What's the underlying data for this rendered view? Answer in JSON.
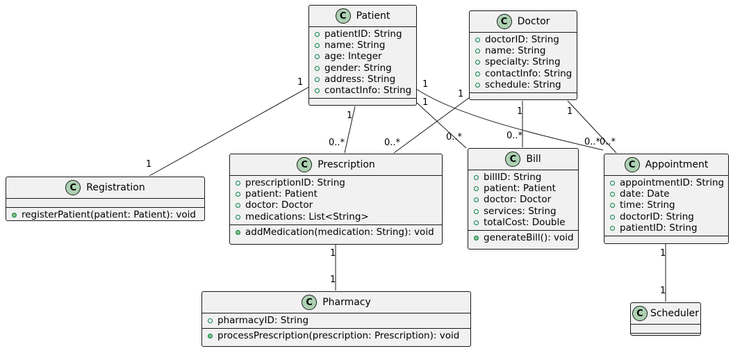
{
  "classes": {
    "patient": {
      "badge": "C",
      "name": "Patient",
      "attributes": [
        "patientID: String",
        "name: String",
        "age: Integer",
        "gender: String",
        "address: String",
        "contactInfo: String"
      ],
      "operations": []
    },
    "doctor": {
      "badge": "C",
      "name": "Doctor",
      "attributes": [
        "doctorID: String",
        "name: String",
        "specialty: String",
        "contactInfo: String",
        "schedule: String"
      ],
      "operations": []
    },
    "registration": {
      "badge": "C",
      "name": "Registration",
      "attributes": [],
      "operations": [
        "registerPatient(patient: Patient): void"
      ]
    },
    "prescription": {
      "badge": "C",
      "name": "Prescription",
      "attributes": [
        "prescriptionID: String",
        "patient: Patient",
        "doctor: Doctor",
        "medications: List<String>"
      ],
      "operations": [
        "addMedication(medication: String): void"
      ]
    },
    "bill": {
      "badge": "C",
      "name": "Bill",
      "attributes": [
        "billID: String",
        "patient: Patient",
        "doctor: Doctor",
        "services: String",
        "totalCost: Double"
      ],
      "operations": [
        "generateBill(): void"
      ]
    },
    "appointment": {
      "badge": "C",
      "name": "Appointment",
      "attributes": [
        "appointmentID: String",
        "date: Date",
        "time: String",
        "doctorID: String",
        "patientID: String"
      ],
      "operations": []
    },
    "pharmacy": {
      "badge": "C",
      "name": "Pharmacy",
      "attributes": [
        "pharmacyID: String"
      ],
      "operations": [
        "processPrescription(prescription: Prescription): void"
      ]
    },
    "scheduler": {
      "badge": "C",
      "name": "Scheduler",
      "attributes": [],
      "operations": []
    }
  },
  "associations": [
    {
      "from": "Patient",
      "to": "Registration",
      "from_mult": "1",
      "to_mult": "1"
    },
    {
      "from": "Patient",
      "to": "Prescription",
      "from_mult": "1",
      "to_mult": "0..*"
    },
    {
      "from": "Patient",
      "to": "Bill",
      "from_mult": "1",
      "to_mult": "0..*"
    },
    {
      "from": "Patient",
      "to": "Appointment",
      "from_mult": "1",
      "to_mult": "0..*"
    },
    {
      "from": "Doctor",
      "to": "Prescription",
      "from_mult": "1",
      "to_mult": "0..*"
    },
    {
      "from": "Doctor",
      "to": "Bill",
      "from_mult": "1",
      "to_mult": "0..*"
    },
    {
      "from": "Doctor",
      "to": "Appointment",
      "from_mult": "1",
      "to_mult": "0..*"
    },
    {
      "from": "Prescription",
      "to": "Pharmacy",
      "from_mult": "1",
      "to_mult": "1"
    },
    {
      "from": "Appointment",
      "to": "Scheduler",
      "from_mult": "1",
      "to_mult": "1"
    }
  ],
  "colors": {
    "box_fill": "#f1f1f1",
    "border": "#181818",
    "class_badge": "#add1b2",
    "visibility_marker": "#038048"
  }
}
